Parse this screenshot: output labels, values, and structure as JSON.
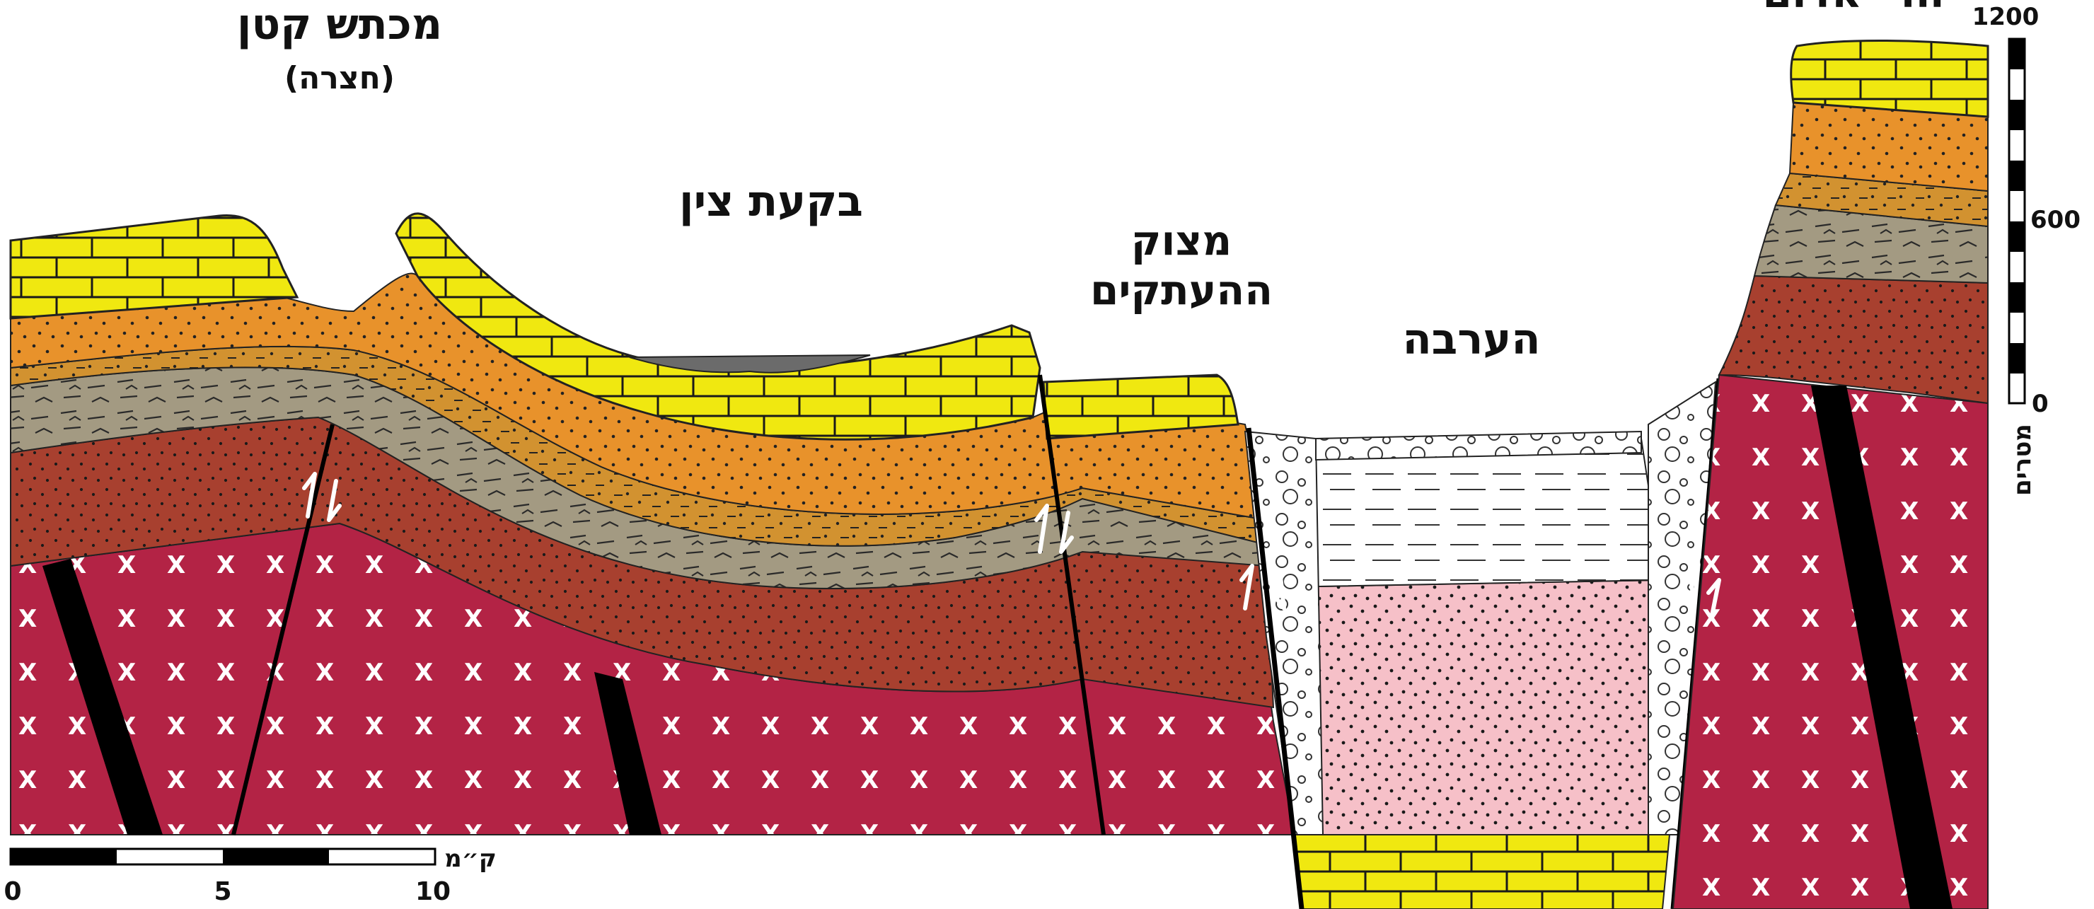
{
  "colors": {
    "limestone": "#f0e810",
    "sandstone_orange": "#e8922b",
    "sandstone_dark": "#d29230",
    "shale_grey": "#a39a82",
    "sandstone_red": "#a8402f",
    "granite": "#b32345",
    "dike": "#000000",
    "fill_light": "#ffffff",
    "fill_pink": "#f6c0c8",
    "basin_grey": "#6b6b6b",
    "fault": "#000000",
    "arrow": "#ffffff"
  },
  "labels": {
    "makhtesh_katan": "מכתש קטן",
    "hatzera": "(חצרה)",
    "bikat_tzin": "בקעת צין",
    "metzuk_line1": "מצוק",
    "metzuk_line2": "ההעתקים",
    "arava": "הערבה",
    "edom_partial": "הרי אדום"
  },
  "vertical_scale": {
    "ticks": [
      "1200",
      "600",
      "0"
    ],
    "unit": "מטרים"
  },
  "horizontal_scale": {
    "ticks": [
      "0",
      "5",
      "10"
    ],
    "unit": "ק״מ"
  },
  "icons": {
    "fault_arrows": "fault-displacement-arrow-icon"
  }
}
